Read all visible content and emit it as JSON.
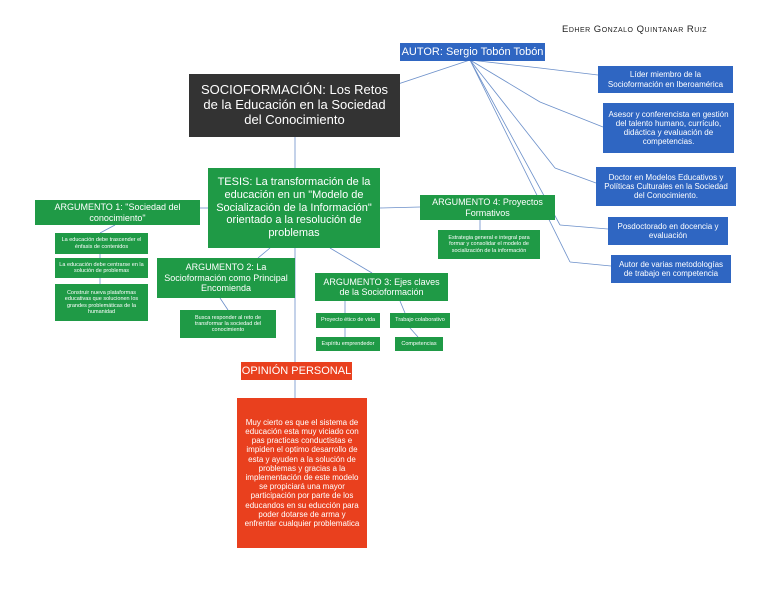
{
  "author_name": "Edher Gonzalo Quintanar Ruiz",
  "title": "SOCIOFORMACIÓN: Los Retos de la Educación en la Sociedad del Conocimiento",
  "autor": {
    "label": "AUTOR: Sergio Tobón Tobón",
    "items": [
      "Líder miembro de la Socioformación en Iberoamérica",
      "Asesor y conferencista en gestión del talento humano, currículo, didáctica y evaluación de competencias.",
      "Doctor en Modelos Educativos y Políticas Culturales en la Sociedad del Conocimiento.",
      "Posdoctorado en docencia y evaluación",
      "Autor de varias metodologías de trabajo en competencia"
    ]
  },
  "tesis": "TESIS: La transformación de la educación en un \"Modelo de Socialización de la Información\" orientado a la resolución de problemas",
  "arg1": {
    "label": "ARGUMENTO 1: \"Sociedad del conocimiento\"",
    "items": [
      "La educación debe trascender el énfasis de contenidos",
      "La educación debe centrarse en la solución de problemas",
      "Construir nueva plataformas educativas que solucionen los grandes problemáticas de la humanidad"
    ]
  },
  "arg2": {
    "label": "ARGUMENTO 2: La Socioformación como Principal Encomienda",
    "items": [
      "Busca responder al reto de transformar la sociedad del conocimiento"
    ]
  },
  "arg3": {
    "label": "ARGUMENTO 3: Ejes claves de la Socioformación",
    "items": [
      "Proyecto ético de vida",
      "Trabajo colaborativo",
      "Espíritu emprendedor",
      "Competencias"
    ]
  },
  "arg4": {
    "label": "ARGUMENTO 4: Proyectos Formativos",
    "items": [
      "Estrategia general e integral para formar y consolidar el modelo de socialización de la información"
    ]
  },
  "opinion": {
    "label": "OPINIÓN PERSONAL",
    "text": "Muy cierto es que el sistema de educación esta muy viciado con pas practicas conductistas e impiden el optimo desarrollo de esta y ayuden a la solución de problemas y gracias a la implementación de este modelo se propiciará una mayor participación por parte de los educandos en su educción para poder dotarse de arma y enfrentar cualquier problematica"
  },
  "colors": {
    "green": "#1f9a46",
    "blue": "#2f66c2",
    "dark": "#333333",
    "red": "#e9401e"
  }
}
